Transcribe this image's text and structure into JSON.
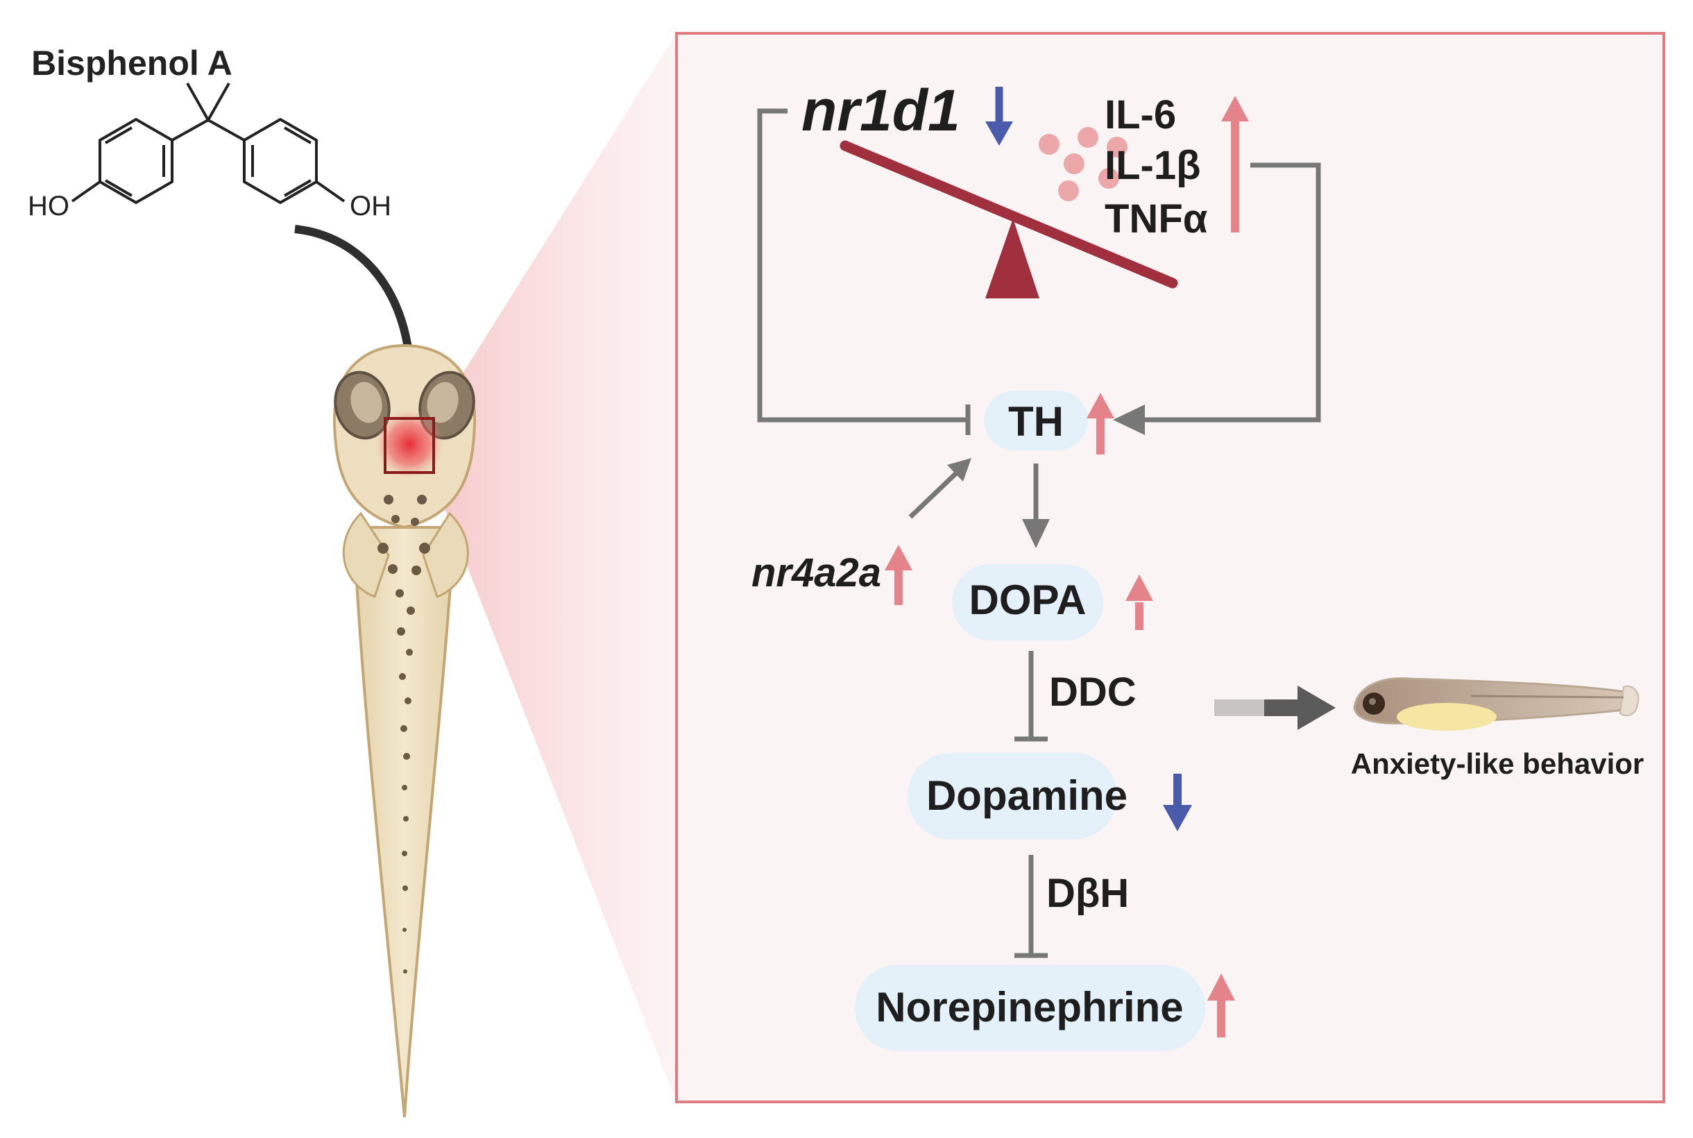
{
  "compound": {
    "name": "Bisphenol A",
    "group_left": "HO",
    "group_right": "OH"
  },
  "pathway": {
    "nr1d1": "nr1d1",
    "cytokines": [
      "IL-6",
      "IL-1β",
      "TNFα"
    ],
    "th": "TH",
    "nr4a2a": "nr4a2a",
    "dopa": "DOPA",
    "enzyme_ddc": "DDC",
    "dopamine": "Dopamine",
    "enzyme_dbh": "DβH",
    "norepinephrine": "Norepinephrine"
  },
  "outcome": {
    "label": "Anxiety-like behavior"
  },
  "colors": {
    "panel_border": "#e07b7f",
    "panel_fill": "#faf5f4",
    "up_arrow": "#e4838a",
    "down_arrow": "#4a5bab",
    "seesaw": "#a0303e",
    "gray_line": "#777777",
    "node_fill": "#e5f1f9"
  }
}
